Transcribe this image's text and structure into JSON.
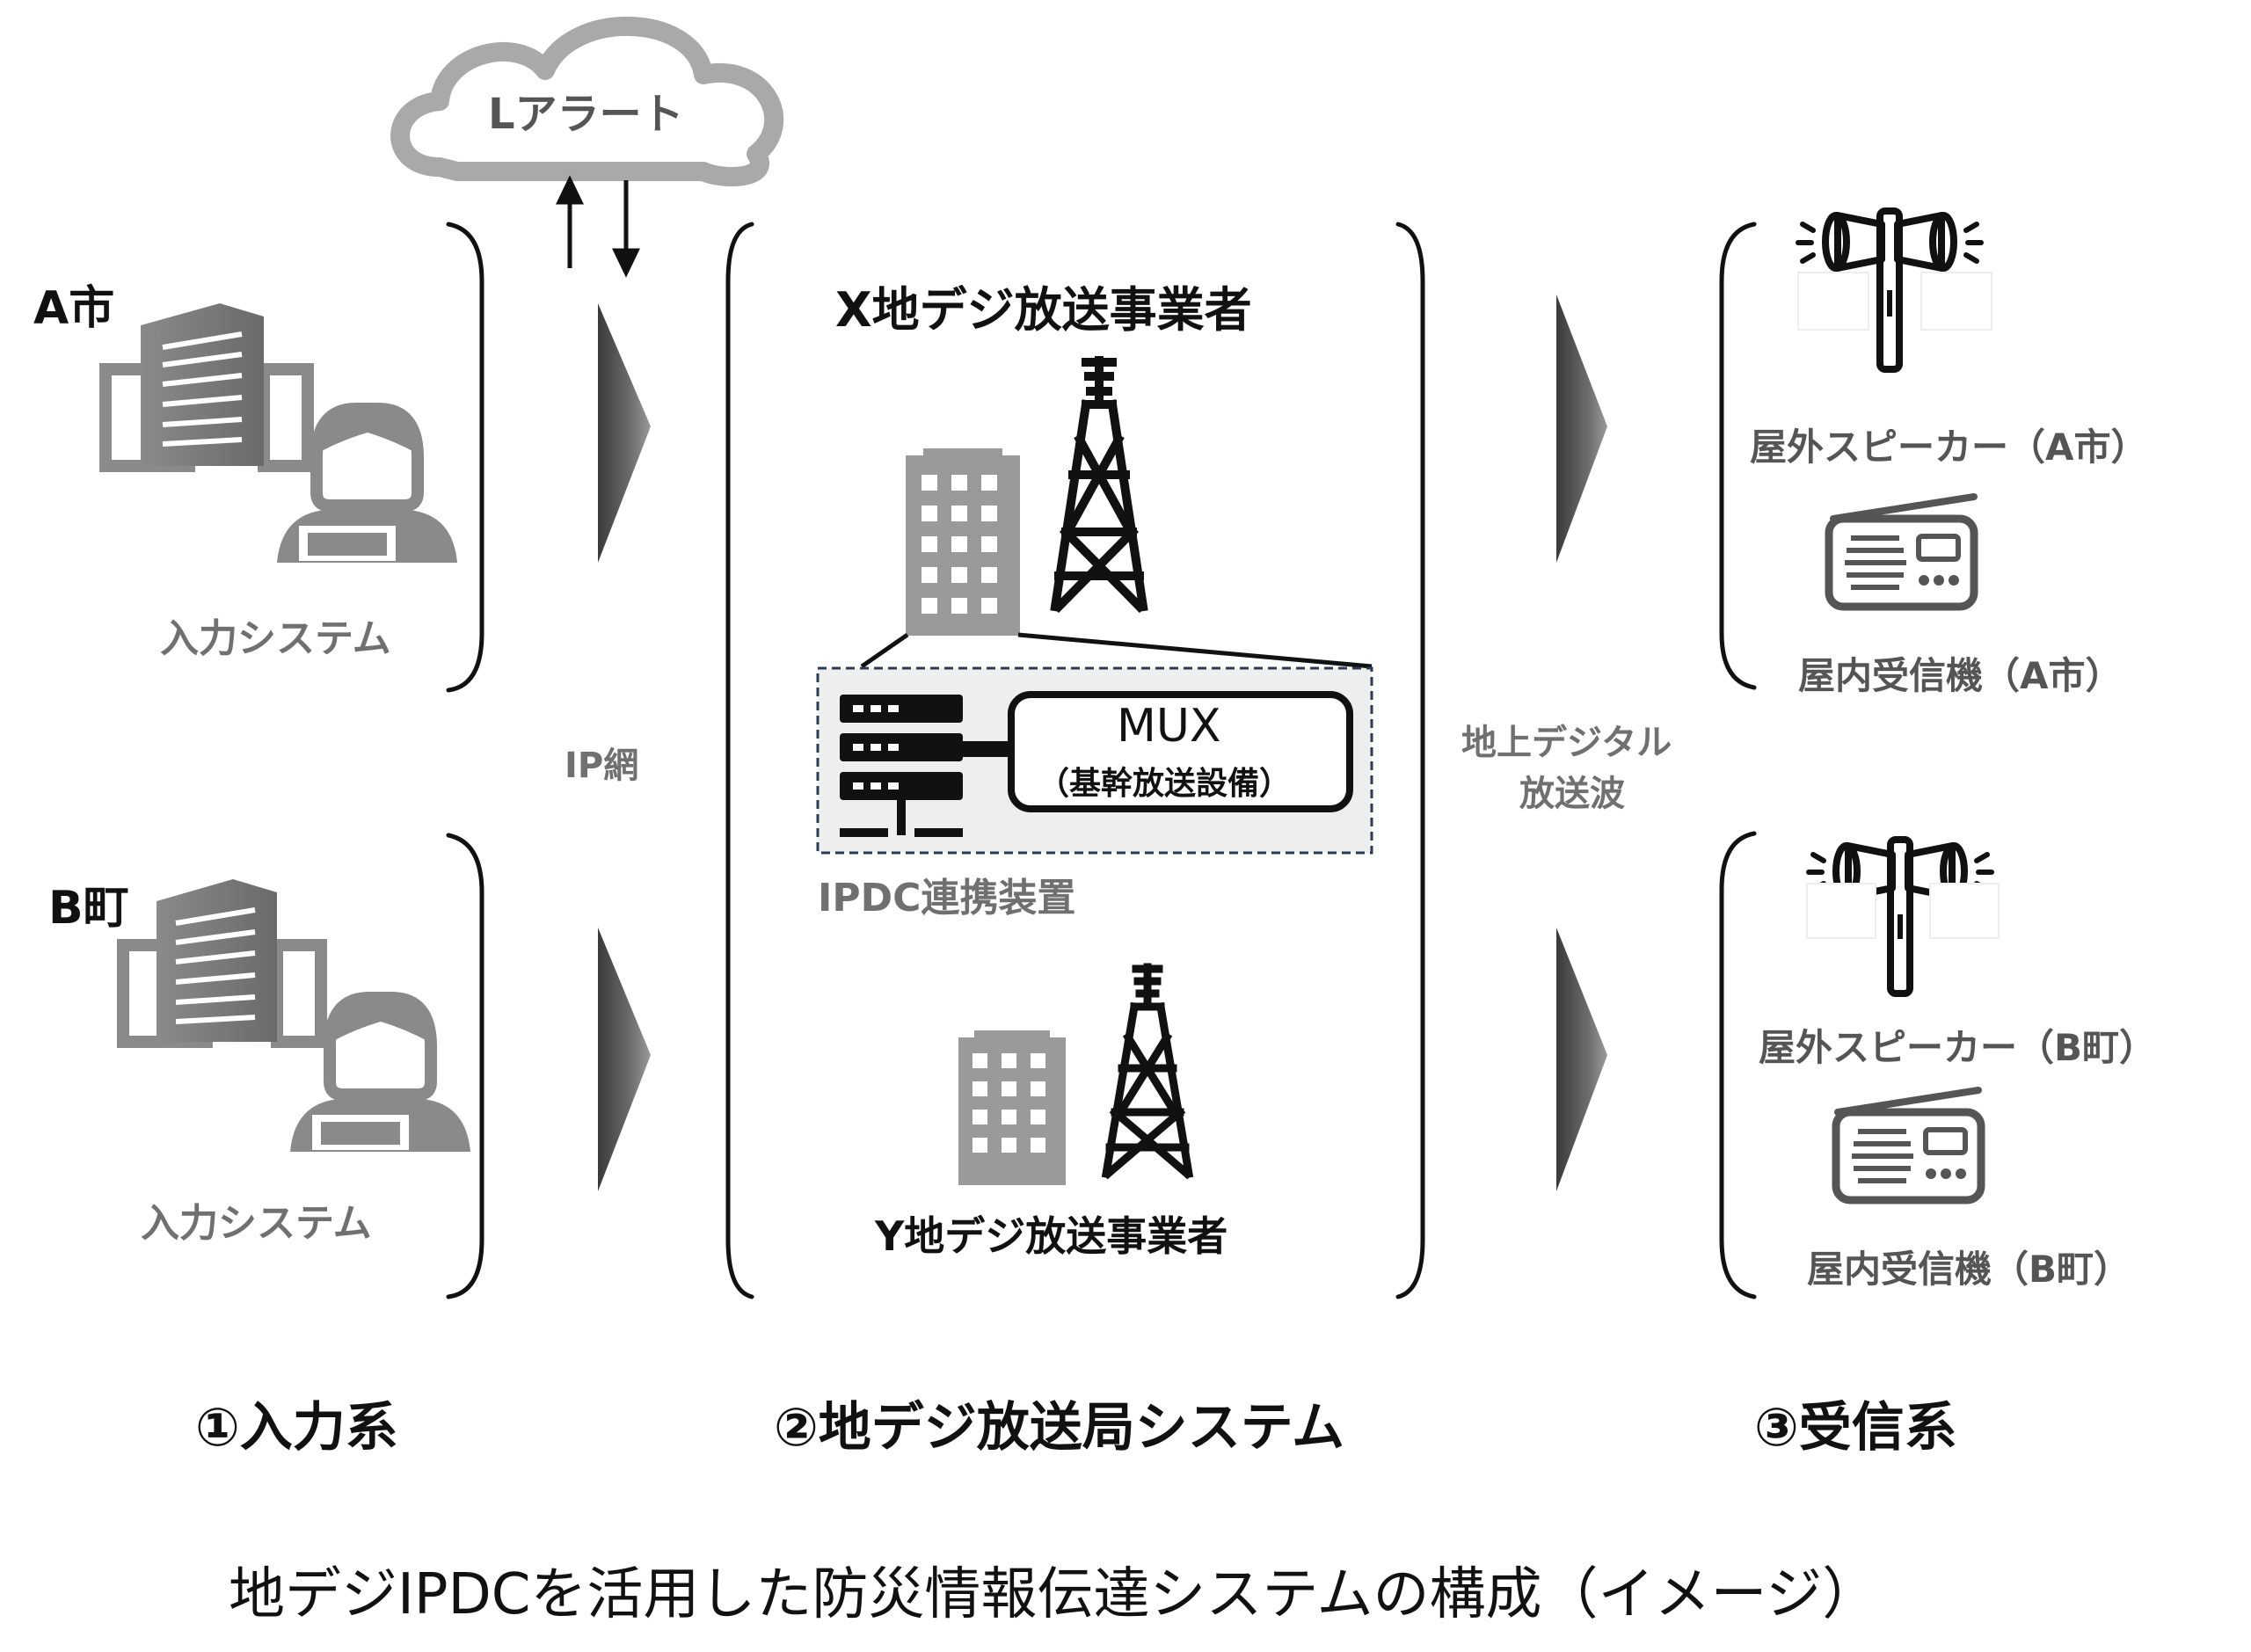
{
  "cloud": {
    "label": "Lアラート"
  },
  "input": {
    "a": {
      "name": "A市",
      "system": "入力システム"
    },
    "b": {
      "name": "B町",
      "system": "入力システム"
    }
  },
  "network": {
    "label": "IP網"
  },
  "broadcast": {
    "x": "X地デジ放送事業者",
    "y": "Y地デジ放送事業者",
    "mux": {
      "title": "MUX",
      "subtitle": "（基幹放送設備）"
    },
    "ipdc": "IPDC連携装置"
  },
  "wave": {
    "line1": "地上デジタル",
    "line2": "放送波"
  },
  "receivers": {
    "a_outdoor": "屋外スピーカー（A市）",
    "a_indoor": "屋内受信機（A市）",
    "b_outdoor": "屋外スピーカー（B町）",
    "b_indoor": "屋内受信機（B町）"
  },
  "sections": {
    "input": "①入力系",
    "station": "②地デジ放送局システム",
    "receive": "③受信系"
  },
  "caption": "地デジIPDCを活用した防災情報伝達システムの構成（イメージ）",
  "colors": {
    "gray": "#8a8a8a",
    "dark_gray": "#555555",
    "black": "#111111",
    "panel": "#eeeeee",
    "dash": "#2b3a55"
  }
}
